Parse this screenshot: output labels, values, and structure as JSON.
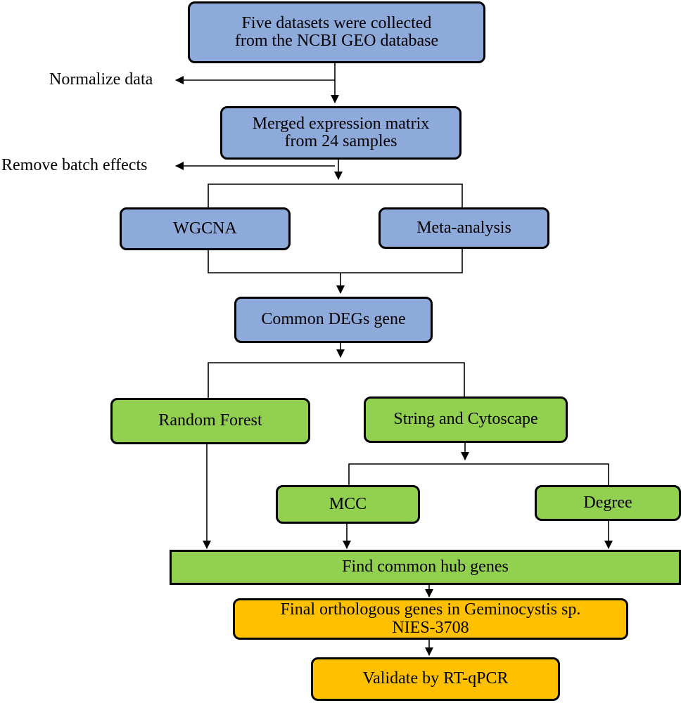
{
  "steps": {
    "collect": {
      "line1": "Five datasets were collected",
      "line2": "from the NCBI GEO database"
    },
    "merge": {
      "line1": "Merged expression matrix",
      "line2": "from 24 samples"
    },
    "wgcna": "WGCNA",
    "meta": "Meta-analysis",
    "common_degs": "Common DEGs gene",
    "random_forest": "Random Forest",
    "string_cytoscape": "String and Cytoscape",
    "mcc": "MCC",
    "degree": "Degree",
    "find_hub": "Find common hub genes",
    "final": {
      "line1": "Final orthologous genes in Geminocystis sp.",
      "line2": "NIES-3708"
    },
    "validate": "Validate by RT-qPCR"
  },
  "side_notes": {
    "normalize": "Normalize data",
    "remove_batch": "Remove batch effects"
  },
  "colors": {
    "blue": "#8eaadb",
    "green": "#92d050",
    "orange": "#ffc000",
    "line": "#000000"
  }
}
